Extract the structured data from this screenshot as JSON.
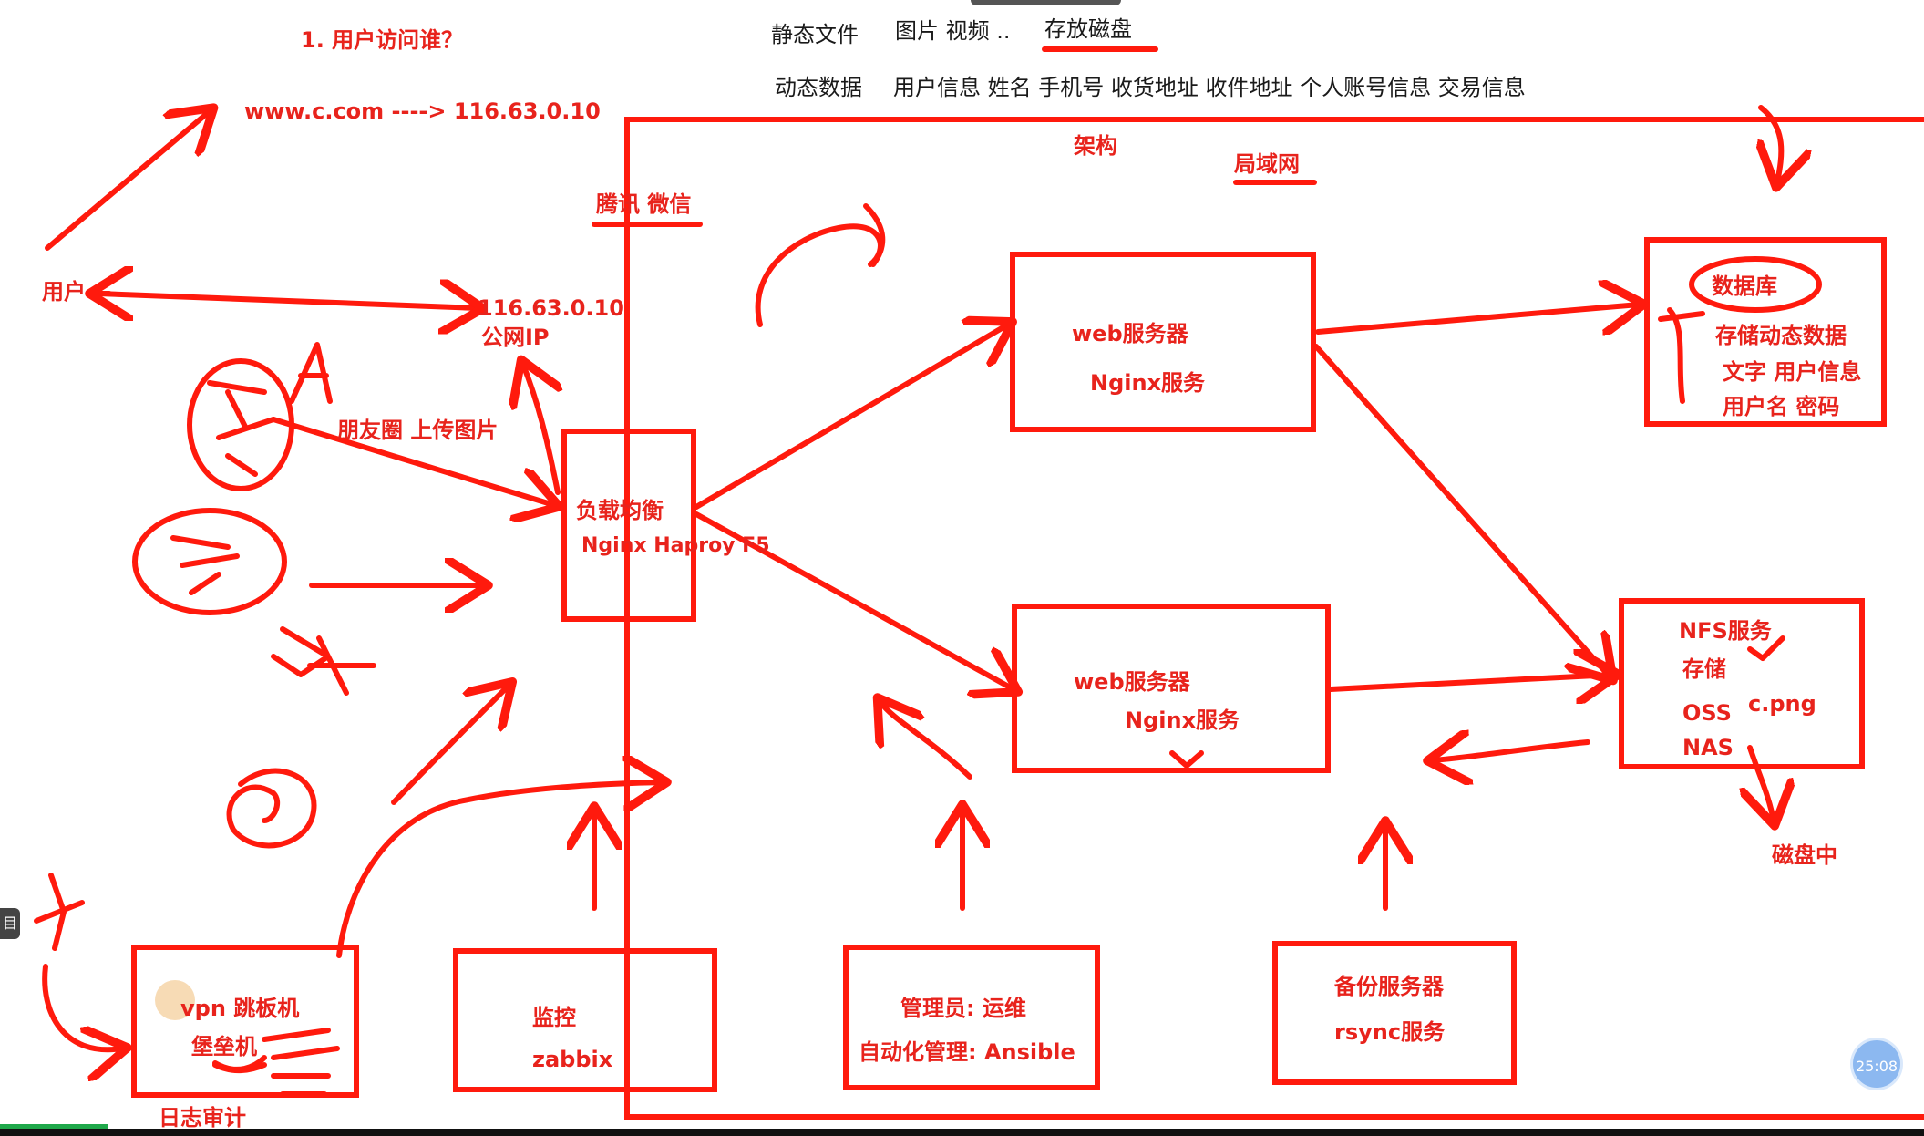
{
  "top_notes": {
    "q1": "1. 用户访问谁？",
    "static_files": "静态文件",
    "images_videos": "图片 视频 ..",
    "store_disk": "存放磁盘",
    "dynamic_data": "动态数据",
    "dynamic_items": "用户信息 姓名 手机号 收货地址 收件地址 个人账号信息 交易信息",
    "dns": "www.c.com ----> 116.63.0.10"
  },
  "left": {
    "user": "用户",
    "public_ip": "116.63.0.10",
    "public_ip_label": "公网IP",
    "moments": "朋友圈 上传图片",
    "tencent": "腾讯 微信"
  },
  "arch": {
    "title": "架构",
    "lan": "局域网"
  },
  "lb": {
    "line1": "负载均衡",
    "line2": "Nginx Haproy F5"
  },
  "web1": {
    "line1": "web服务器",
    "line2": "Nginx服务"
  },
  "web2": {
    "line1": "web服务器",
    "line2": "Nginx服务"
  },
  "db": {
    "title": "数据库",
    "line1": "存储动态数据",
    "line2": "文字 用户信息",
    "line3": "用户名 密码"
  },
  "nfs": {
    "line1": "NFS服务",
    "line2": "存储",
    "line3": "OSS",
    "line4": "NAS",
    "file": "c.png",
    "disk": "磁盘中"
  },
  "vpn": {
    "line1": "vpn 跳板机",
    "line2": "堡垒机",
    "audit": "日志审计"
  },
  "monitor": {
    "line1": "监控",
    "line2": "zabbix"
  },
  "admin": {
    "line1": "管理员: 运维",
    "line2": "自动化管理: Ansible"
  },
  "backup": {
    "line1": "备份服务器",
    "line2": "rsync服务"
  },
  "ui": {
    "timer": "25:08",
    "side_tab": "目"
  },
  "colors": {
    "ink": "#ff1a0d",
    "text": "#1a1a1a",
    "accent_text": "#e8231c"
  }
}
